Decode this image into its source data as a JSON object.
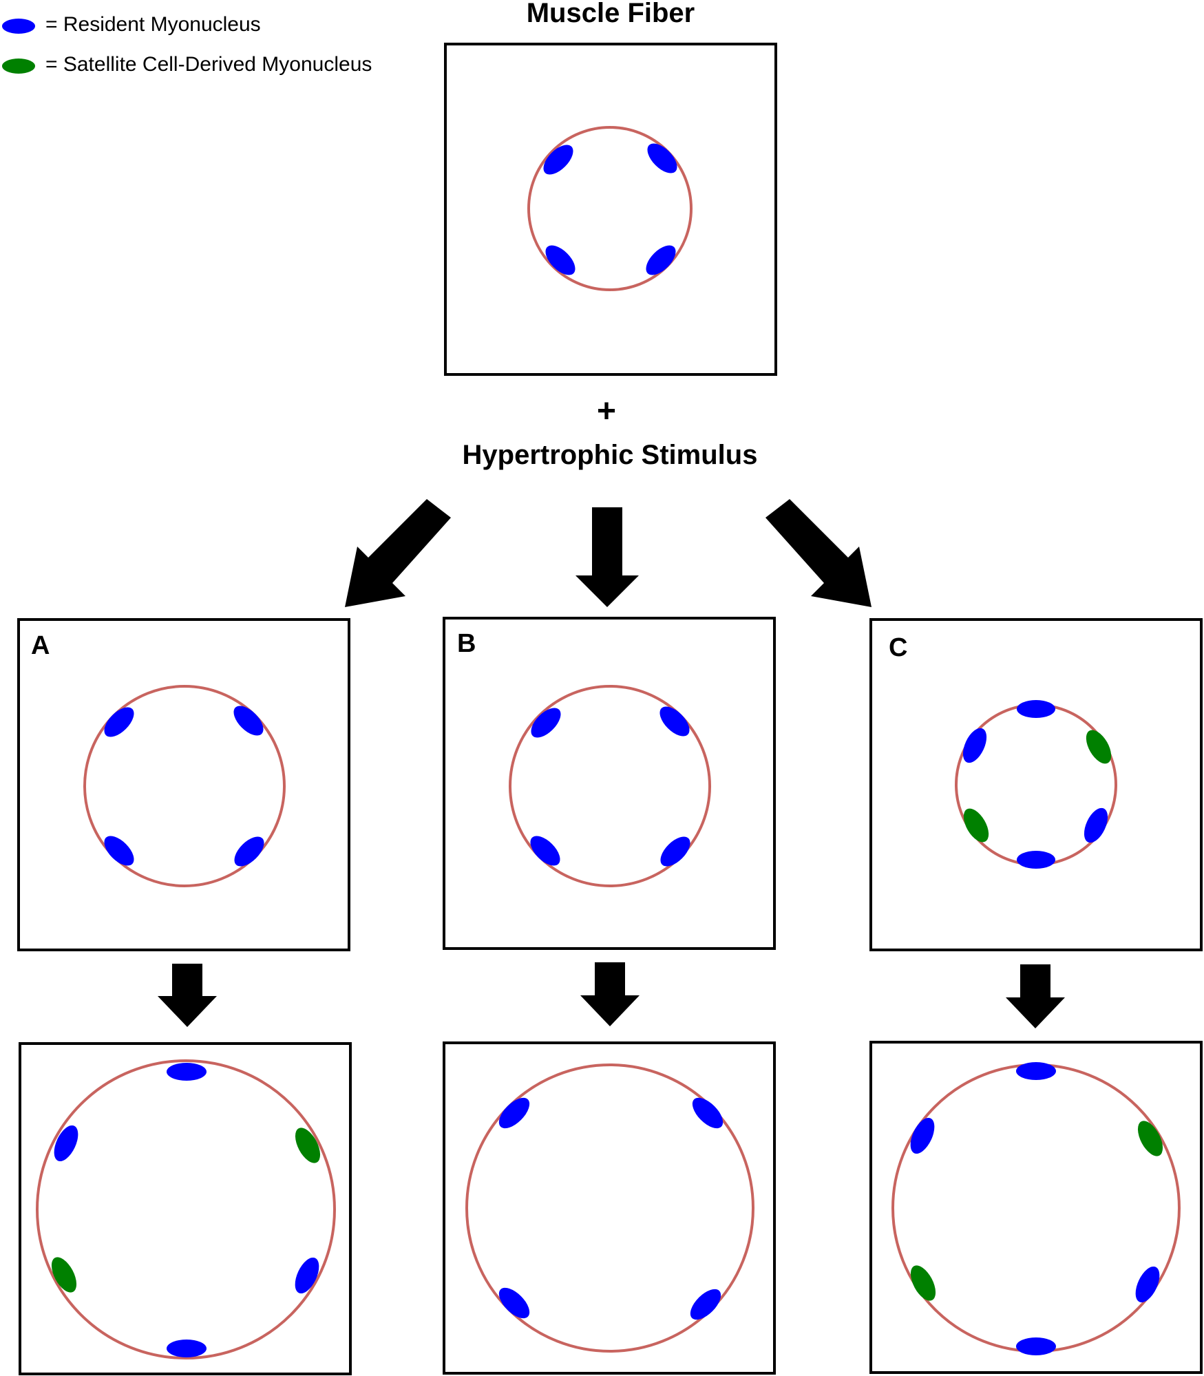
{
  "legend": [
    {
      "label": "= Resident Myonucleus",
      "color": "#0000ff"
    },
    {
      "label": "= Satellite Cell-Derived Myonucleus",
      "color": "#008000"
    }
  ],
  "title": "Muscle Fiber",
  "plus": "+",
  "stimulus": "Hypertrophic Stimulus",
  "panels": {
    "A": {
      "label": "A"
    },
    "B": {
      "label": "B"
    },
    "C": {
      "label": "C"
    }
  },
  "colors": {
    "resident_nucleus": "#0000ff",
    "satellite_nucleus": "#008000",
    "fiber_membrane": "#c8645f",
    "border": "#000000",
    "arrow": "#000000"
  }
}
